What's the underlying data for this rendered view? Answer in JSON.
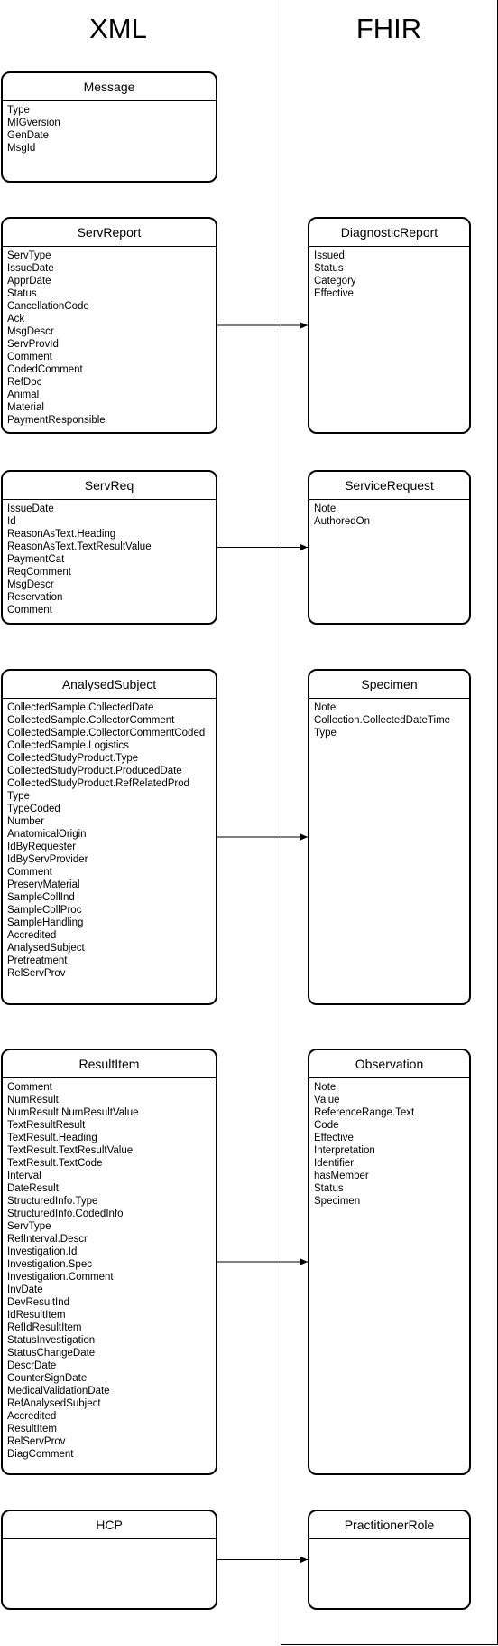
{
  "columns": {
    "left": "XML",
    "right": "FHIR"
  },
  "xml_boxes": [
    {
      "name": "Message",
      "fields": [
        "Type",
        "MIGversion",
        "GenDate",
        "MsgId"
      ]
    },
    {
      "name": "ServReport",
      "fields": [
        "ServType",
        "IssueDate",
        "ApprDate",
        "Status",
        "CancellationCode",
        "Ack",
        "MsgDescr",
        "ServProvId",
        "Comment",
        "CodedComment",
        "RefDoc",
        "Animal",
        "Material",
        "PaymentResponsible"
      ]
    },
    {
      "name": "ServReq",
      "fields": [
        "IssueDate",
        "Id",
        "ReasonAsText.Heading",
        "ReasonAsText.TextResultValue",
        "PaymentCat",
        "ReqComment",
        "MsgDescr",
        "Reservation",
        "Comment"
      ]
    },
    {
      "name": "AnalysedSubject",
      "fields": [
        "CollectedSample.CollectedDate",
        "CollectedSample.CollectorComment",
        "CollectedSample.CollectorCommentCoded",
        "CollectedSample.Logistics",
        "CollectedStudyProduct.Type",
        "CollectedStudyProduct.ProducedDate",
        "CollectedStudyProduct.RefRelatedProd",
        "Type",
        "TypeCoded",
        "Number",
        "AnatomicalOrigin",
        "IdByRequester",
        "IdByServProvider",
        "Comment",
        "PreservMaterial",
        "SampleCollInd",
        "SampleCollProc",
        "SampleHandling",
        "Accredited",
        "AnalysedSubject",
        "Pretreatment",
        "RelServProv"
      ]
    },
    {
      "name": "ResultItem",
      "fields": [
        "Comment",
        "NumResult",
        "NumResult.NumResultValue",
        "TextResultResult",
        "TextResult.Heading",
        "TextResult.TextResultValue",
        "TextResult.TextCode",
        "Interval",
        "DateResult",
        "StructuredInfo.Type",
        "StructuredInfo.CodedInfo",
        "ServType",
        "RefInterval.Descr",
        "Investigation.Id",
        "Investigation.Spec",
        "Investigation.Comment",
        "InvDate",
        "DevResultInd",
        "IdResultItem",
        "RefIdResultItem",
        "StatusInvestigation",
        "StatusChangeDate",
        "DescrDate",
        "CounterSignDate",
        "MedicalValidationDate",
        "RefAnalysedSubject",
        "Accredited",
        "ResultItem",
        "RelServProv",
        "DiagComment"
      ]
    },
    {
      "name": "HCP",
      "fields": []
    }
  ],
  "fhir_boxes": [
    {
      "name": "DiagnosticReport",
      "fields": [
        "Issued",
        "Status",
        "Category",
        "Effective"
      ]
    },
    {
      "name": "ServiceRequest",
      "fields": [
        "Note",
        "AuthoredOn"
      ]
    },
    {
      "name": "Specimen",
      "fields": [
        "Note",
        "Collection.CollectedDateTime",
        "Type"
      ]
    },
    {
      "name": "Observation",
      "fields": [
        "Note",
        "Value",
        "ReferenceRange.Text",
        "Code",
        "Effective",
        "Interpretation",
        "Identifier",
        "hasMember",
        "Status",
        "Specimen"
      ]
    },
    {
      "name": "PractitionerRole",
      "fields": []
    }
  ],
  "mappings": [
    {
      "from": "ServReport",
      "to": "DiagnosticReport"
    },
    {
      "from": "ServReq",
      "to": "ServiceRequest"
    },
    {
      "from": "AnalysedSubject",
      "to": "Specimen"
    },
    {
      "from": "ResultItem",
      "to": "Observation"
    },
    {
      "from": "HCP",
      "to": "PractitionerRole"
    }
  ]
}
